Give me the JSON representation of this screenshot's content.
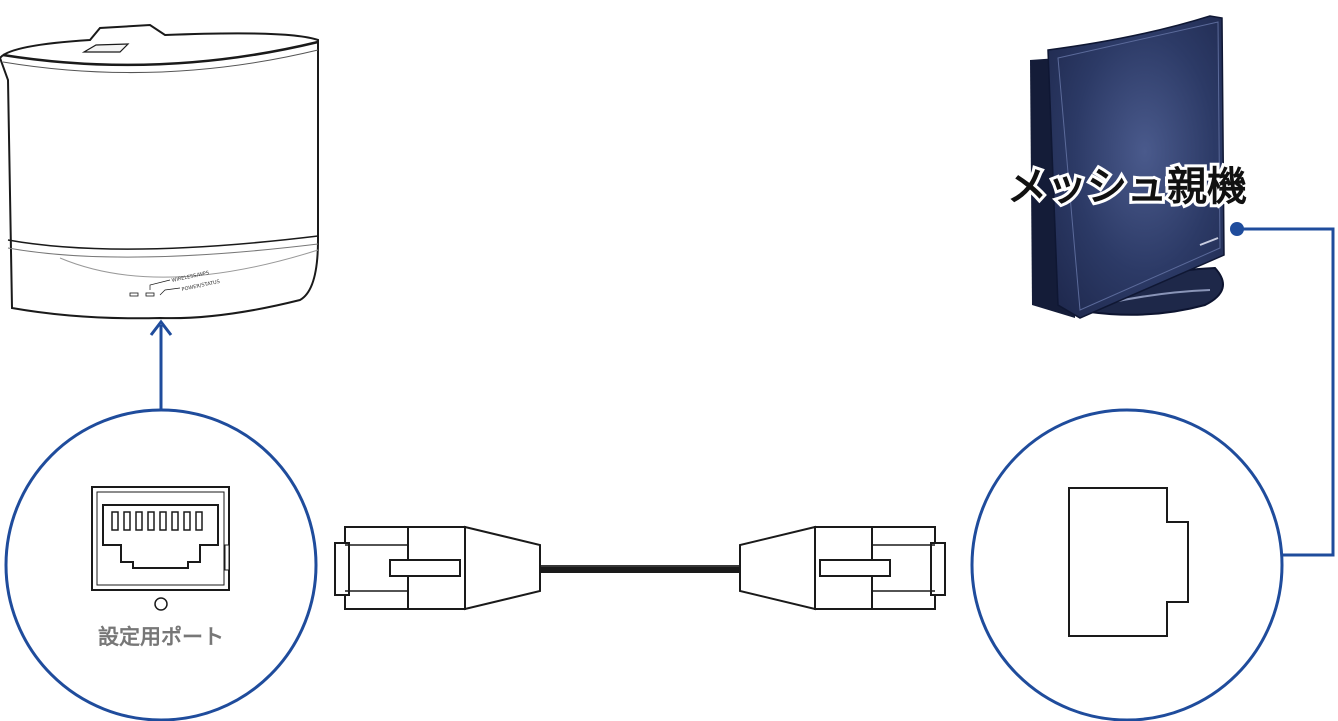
{
  "labels": {
    "mesh_parent": "メッシュ親機",
    "setup_port": "設定用ポート"
  },
  "device_led_labels": {
    "wireless_wps": "WIRELESS/WPS",
    "power_status": "POWER/STATUS"
  },
  "colors": {
    "accent_blue": "#1f4c9c",
    "router_navy": "#2a3558",
    "port_gray": "#777777",
    "outline": "#1a1a1a"
  }
}
